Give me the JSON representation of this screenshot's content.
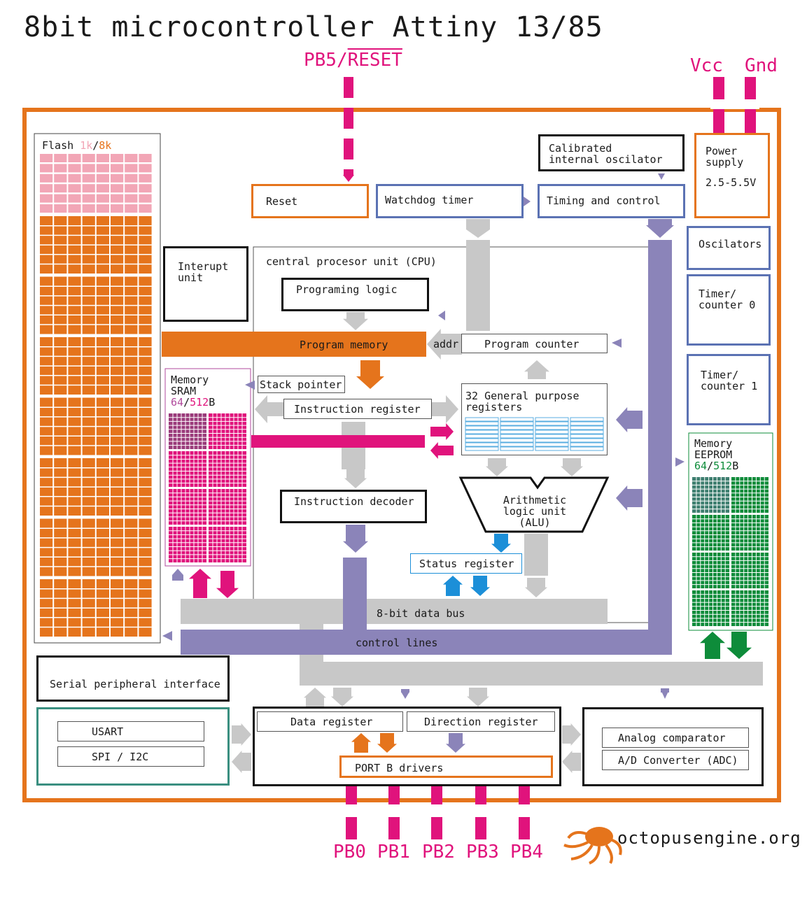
{
  "title": "8bit microcontroller Attiny 13/85",
  "colors": {
    "orange": "#e5741c",
    "magenta": "#e0137c",
    "purple": "#8b84b9",
    "gray": "#c8c8c8",
    "blue": "#5b72b3",
    "green": "#0e8c3a",
    "teal": "#3a8f80",
    "cyan": "#1c8fd8",
    "pink": "#f2a6b6"
  },
  "pins": {
    "reset_a": "PB5/",
    "reset_b": "RESET",
    "vcc": "Vcc",
    "gnd": "Gnd",
    "pb0": "PB0",
    "pb1": "PB1",
    "pb2": "PB2",
    "pb3": "PB3",
    "pb4": "PB4"
  },
  "flash": {
    "label": "Flash ",
    "small": "1k",
    "sep": "/",
    "large": "8k"
  },
  "blocks": {
    "reset": "Reset",
    "watchdog": "Watchdog timer",
    "oscillator": "Calibrated\ninternal oscilator",
    "timing": "Timing and control",
    "power": "Power\nsupply",
    "power_range": "2.5-5.5V",
    "oscillators": "Oscilators",
    "timer0": "Timer/\ncounter 0",
    "timer1": "Timer/\ncounter 1",
    "interrupt": "Interupt\nunit",
    "cpu": "central procesor unit (CPU)",
    "programming_logic": "Programing logic",
    "program_memory": "Program memory",
    "addr": "addr",
    "program_counter": "Program counter",
    "stack_pointer": "Stack pointer",
    "instruction_register": "Instruction register",
    "gp_registers": "32 General purpose\nregisters",
    "instruction_decoder": "Instruction decoder",
    "alu": "Arithmetic\nlogic unit\n(ALU)",
    "status_register": "Status register",
    "data_bus": "8-bit data bus",
    "control_lines": "control lines",
    "spi_block": "Serial peripheral interface",
    "usart": "USART",
    "spi_i2c": "SPI / I2C",
    "data_register": "Data register",
    "direction_register": "Direction register",
    "port_b": "PORT B drivers",
    "analog_comparator": "Analog comparator",
    "adc": "A/D Converter (ADC)"
  },
  "sram": {
    "label": "Memory\nSRAM",
    "small": "64",
    "sep": "/",
    "large": "512",
    "unit": "B"
  },
  "eeprom": {
    "label": "Memory\nEEPROM",
    "small": "64",
    "sep": "/",
    "large": "512",
    "unit": "B"
  },
  "brand": "octopusengine.org"
}
